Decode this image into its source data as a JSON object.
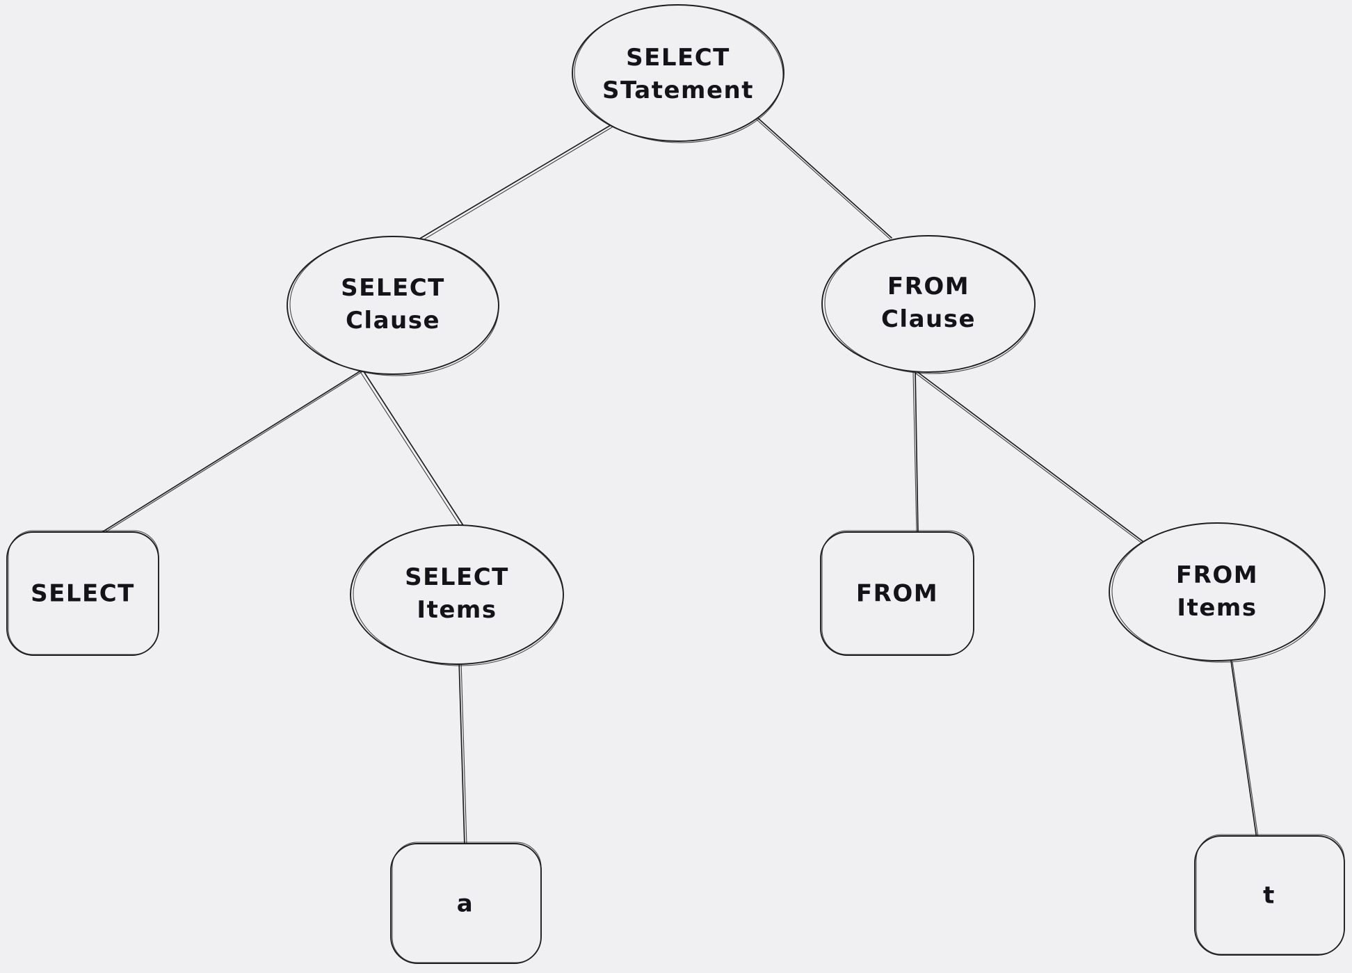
{
  "colors": {
    "background": "#f0f0f2",
    "stroke": "#1e1e1e",
    "text": "#141418"
  },
  "diagram": {
    "kind": "tree",
    "nodes": {
      "select_statement": {
        "label": "SELECT\nSTatement",
        "shape": "ellipse"
      },
      "select_clause": {
        "label": "SELECT\nClause",
        "shape": "ellipse"
      },
      "from_clause": {
        "label": "FROM\nClause",
        "shape": "ellipse"
      },
      "select_keyword": {
        "label": "SELECT",
        "shape": "rectangle"
      },
      "select_items": {
        "label": "SELECT\nItems",
        "shape": "ellipse"
      },
      "from_keyword": {
        "label": "FROM",
        "shape": "rectangle"
      },
      "from_items": {
        "label": "FROM\nItems",
        "shape": "ellipse"
      },
      "column_a": {
        "label": "a",
        "shape": "rectangle"
      },
      "table_t": {
        "label": "t",
        "shape": "rectangle"
      }
    },
    "edges": [
      {
        "from": "select_statement",
        "to": "select_clause"
      },
      {
        "from": "select_statement",
        "to": "from_clause"
      },
      {
        "from": "select_clause",
        "to": "select_keyword"
      },
      {
        "from": "select_clause",
        "to": "select_items"
      },
      {
        "from": "select_items",
        "to": "column_a"
      },
      {
        "from": "from_clause",
        "to": "from_keyword"
      },
      {
        "from": "from_clause",
        "to": "from_items"
      },
      {
        "from": "from_items",
        "to": "table_t"
      }
    ]
  }
}
